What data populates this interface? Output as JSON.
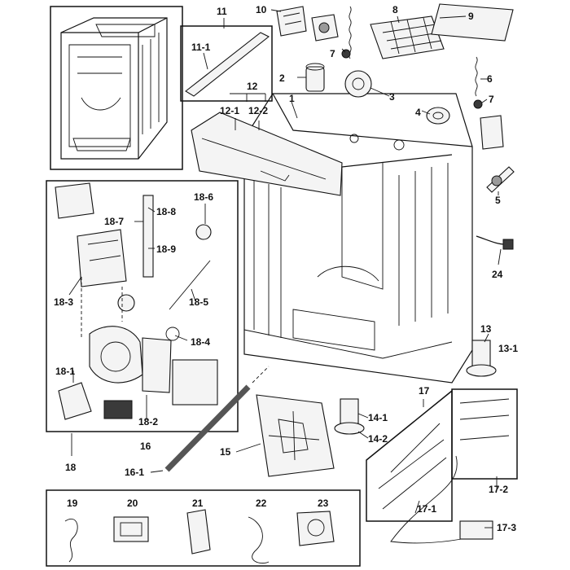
{
  "callouts": {
    "c1": "1",
    "c2": "2",
    "c3": "3",
    "c4": "4",
    "c5": "5",
    "c6": "6",
    "c7a": "7",
    "c7b": "7",
    "c8": "8",
    "c9": "9",
    "c10": "10",
    "c11": "11",
    "c11_1": "11-1",
    "c12": "12",
    "c12_1": "12-1",
    "c12_2": "12-2",
    "c13": "13",
    "c13_1": "13-1",
    "c14_1": "14-1",
    "c14_2": "14-2",
    "c15": "15",
    "c16": "16",
    "c16_1": "16-1",
    "c17": "17",
    "c17_1": "17-1",
    "c17_2": "17-2",
    "c17_3": "17-3",
    "c18": "18",
    "c18_1": "18-1",
    "c18_2": "18-2",
    "c18_3": "18-3",
    "c18_4": "18-4",
    "c18_5": "18-5",
    "c18_6": "18-6",
    "c18_7": "18-7",
    "c18_8": "18-8",
    "c18_9": "18-9",
    "c19": "19",
    "c20": "20",
    "c21": "21",
    "c22": "22",
    "c23": "23",
    "c24": "24"
  }
}
